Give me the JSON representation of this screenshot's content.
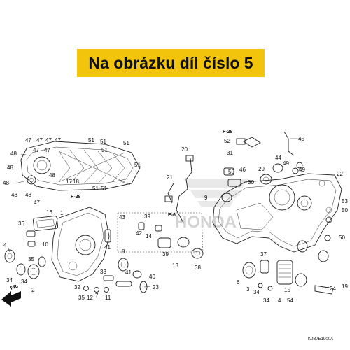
{
  "banner": {
    "text": "Na obrázku díl číslo 5"
  },
  "refs": {
    "f28_left": "F-28",
    "f28_top": "F-28",
    "e6": "E-6",
    "fr": "FR."
  },
  "diagram_code": "K0B7E1900A",
  "watermark": "HONDA",
  "callouts": [
    {
      "t": "47"
    },
    {
      "t": "47"
    },
    {
      "t": "47"
    },
    {
      "t": "47"
    },
    {
      "t": "47"
    },
    {
      "t": "47"
    },
    {
      "t": "47"
    },
    {
      "t": "48"
    },
    {
      "t": "48"
    },
    {
      "t": "48"
    },
    {
      "t": "48"
    },
    {
      "t": "48"
    },
    {
      "t": "48"
    },
    {
      "t": "51"
    },
    {
      "t": "51"
    },
    {
      "t": "51"
    },
    {
      "t": "51"
    },
    {
      "t": "51"
    },
    {
      "t": "51"
    },
    {
      "t": "51"
    },
    {
      "t": "18"
    },
    {
      "t": "17"
    },
    {
      "t": "16"
    },
    {
      "t": "1"
    },
    {
      "t": "36"
    },
    {
      "t": "10"
    },
    {
      "t": "4"
    },
    {
      "t": "34"
    },
    {
      "t": "35"
    },
    {
      "t": "2"
    },
    {
      "t": "34"
    },
    {
      "t": "32"
    },
    {
      "t": "41"
    },
    {
      "t": "8"
    },
    {
      "t": "33"
    },
    {
      "t": "41"
    },
    {
      "t": "40"
    },
    {
      "t": "23"
    },
    {
      "t": "35"
    },
    {
      "t": "12"
    },
    {
      "t": "7"
    },
    {
      "t": "11"
    },
    {
      "t": "39"
    },
    {
      "t": "13"
    },
    {
      "t": "43"
    },
    {
      "t": "42"
    },
    {
      "t": "39"
    },
    {
      "t": "14"
    },
    {
      "t": "20"
    },
    {
      "t": "21"
    },
    {
      "t": "50"
    },
    {
      "t": "9"
    },
    {
      "t": "38"
    },
    {
      "t": "52"
    },
    {
      "t": "31"
    },
    {
      "t": "45"
    },
    {
      "t": "44"
    },
    {
      "t": "49"
    },
    {
      "t": "29"
    },
    {
      "t": "46"
    },
    {
      "t": "30"
    },
    {
      "t": "22"
    },
    {
      "t": "49"
    },
    {
      "t": "53"
    },
    {
      "t": "50"
    },
    {
      "t": "50"
    },
    {
      "t": "3"
    },
    {
      "t": "6"
    },
    {
      "t": "37"
    },
    {
      "t": "34"
    },
    {
      "t": "34"
    },
    {
      "t": "15"
    },
    {
      "t": "4"
    },
    {
      "t": "54"
    },
    {
      "t": "24"
    },
    {
      "t": "19"
    }
  ]
}
